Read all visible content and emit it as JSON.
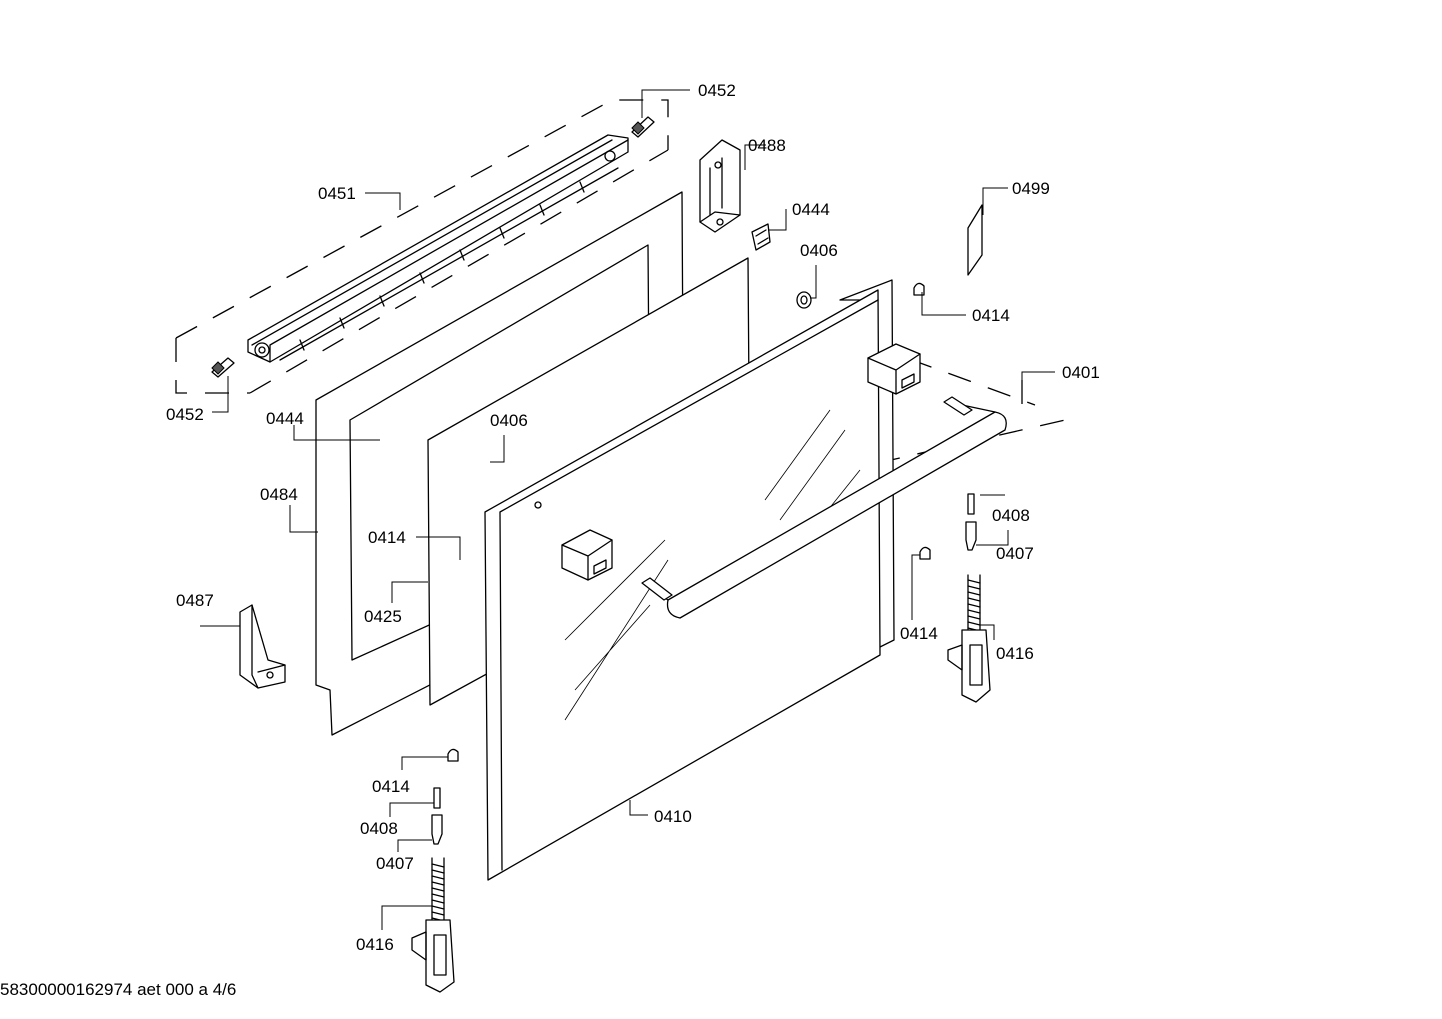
{
  "labels": {
    "l0452a": "0452",
    "l0488": "0488",
    "l0451": "0451",
    "l0499": "0499",
    "l0444a": "0444",
    "l0406a": "0406",
    "l0414a": "0414",
    "l0401": "0401",
    "l0452b": "0452",
    "l0444b": "0444",
    "l0406b": "0406",
    "l0484": "0484",
    "l0408a": "0408",
    "l0414b": "0414",
    "l0407a": "0407",
    "l0487": "0487",
    "l0425": "0425",
    "l0414c": "0414",
    "l0416a": "0416",
    "l0414d": "0414",
    "l0410": "0410",
    "l0408b": "0408",
    "l0407b": "0407",
    "l0416b": "0416"
  },
  "footer": {
    "doc_id": "58300000162974 aet 000 a 4/6"
  }
}
